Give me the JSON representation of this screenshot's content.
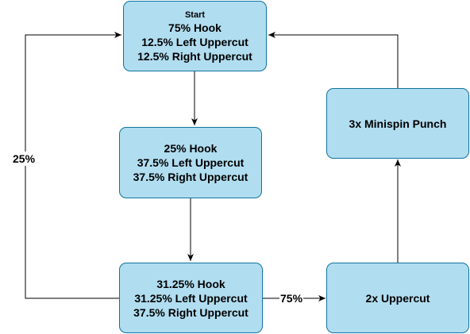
{
  "nodes": {
    "start": {
      "title": "Start",
      "lines": [
        "75% Hook",
        "12.5% Left Uppercut",
        "12.5% Right Uppercut"
      ]
    },
    "second": {
      "lines": [
        "25% Hook",
        "37.5% Left Uppercut",
        "37.5% Right Uppercut"
      ]
    },
    "third": {
      "lines": [
        "31.25% Hook",
        "31.25% Left Uppercut",
        "37.5% Right Uppercut"
      ]
    },
    "uppercut": {
      "label": "2x Uppercut"
    },
    "minispin": {
      "label": "3x Minispin Punch"
    }
  },
  "edges": {
    "loop_back_label": "25%",
    "to_uppercut_label": "75%"
  },
  "colors": {
    "node_fill": "#b1ddf0",
    "node_stroke": "#10739e",
    "edge": "#000000"
  }
}
